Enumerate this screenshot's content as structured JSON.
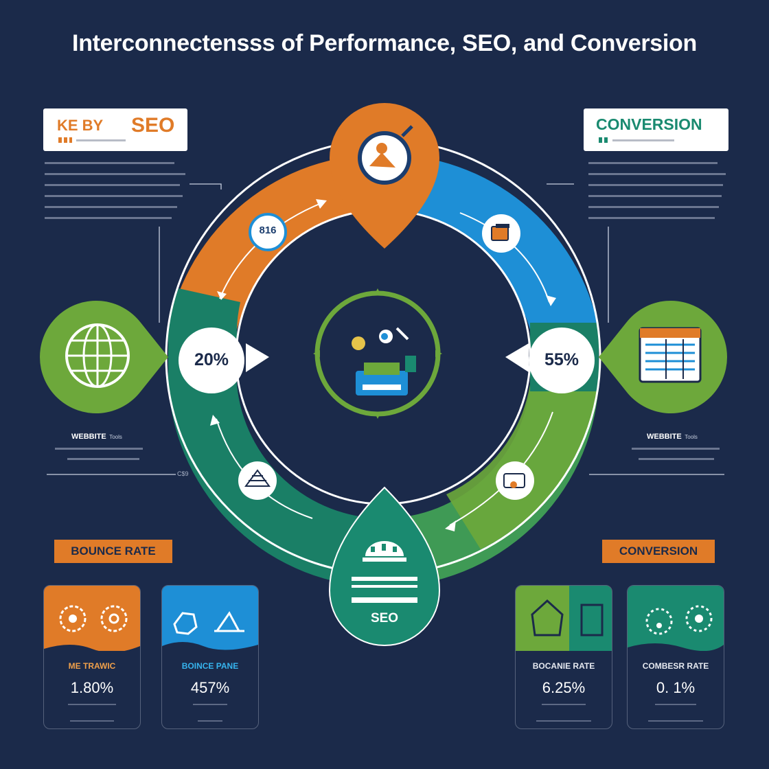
{
  "title": "Interconnectensss of Performance, SEO, and Conversion",
  "left_card": {
    "prefix": "KE BY",
    "word": "SEO"
  },
  "right_card": {
    "word": "CONVERSION"
  },
  "ring": {
    "top_badge": "816",
    "left_value": "20%",
    "right_value": "55%",
    "bottom_label": "SEO"
  },
  "left_side": {
    "label": "WEBBITE",
    "label_suffix": "Tools"
  },
  "right_side": {
    "label": "WEBBITE",
    "label_suffix": "Tools"
  },
  "side_mark": "C$9",
  "section_tags": {
    "left": "BOUNCE RATE",
    "right": "CONVERSION"
  },
  "metric_cards": [
    {
      "caption": "ME TRAWIC",
      "value": "1.80%",
      "band": "#e07b28",
      "caption_color": "#f0a04a"
    },
    {
      "caption": "BOINCE PANE",
      "value": "457%",
      "band": "#1e8fd6",
      "caption_color": "#36b4ee"
    },
    {
      "caption": "BOCANIE RATE",
      "value": "6.25%",
      "band": "#6da83b",
      "caption_color": "#e6e9f0"
    },
    {
      "caption": "COMBESR RATE",
      "value": "0. 1%",
      "band": "#1a8a70",
      "caption_color": "#e6e9f0"
    }
  ],
  "colors": {
    "background": "#1b2a4a",
    "orange": "#e07b28",
    "blue": "#1e8fd6",
    "green": "#6da83b",
    "teal": "#1a8a70"
  },
  "icons": [
    "target-search-icon",
    "globe-icon",
    "spreadsheet-icon",
    "building-icon",
    "seo-tools-icon"
  ]
}
